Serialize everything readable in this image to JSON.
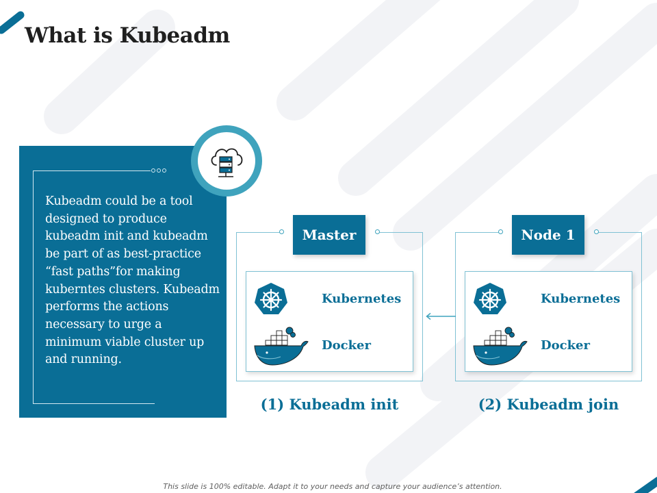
{
  "slide": {
    "title": "What is Kubeadm",
    "description": "Kubeadm could be a tool designed to produce kubeadm init and kubeadm be part of as best-practice “fast paths”for making kuberntes clusters. Kubeadm performs the actions necessary to urge a minimum viable cluster up and running.",
    "footer": "This slide is 100% editable. Adapt it to your needs and capture your audience’s attention."
  },
  "center_icon": "cloud-server-icon",
  "nodes": [
    {
      "role": "Master",
      "technologies": [
        "Kubernetes",
        "Docker"
      ],
      "step": "(1) Kubeadm init"
    },
    {
      "role": "Node 1",
      "technologies": [
        "Kubernetes",
        "Docker"
      ],
      "step": "(2) Kubeadm join"
    }
  ],
  "colors": {
    "primary": "#0a6e96",
    "accent": "#3fa3bd",
    "frame": "#7fc1d4"
  }
}
